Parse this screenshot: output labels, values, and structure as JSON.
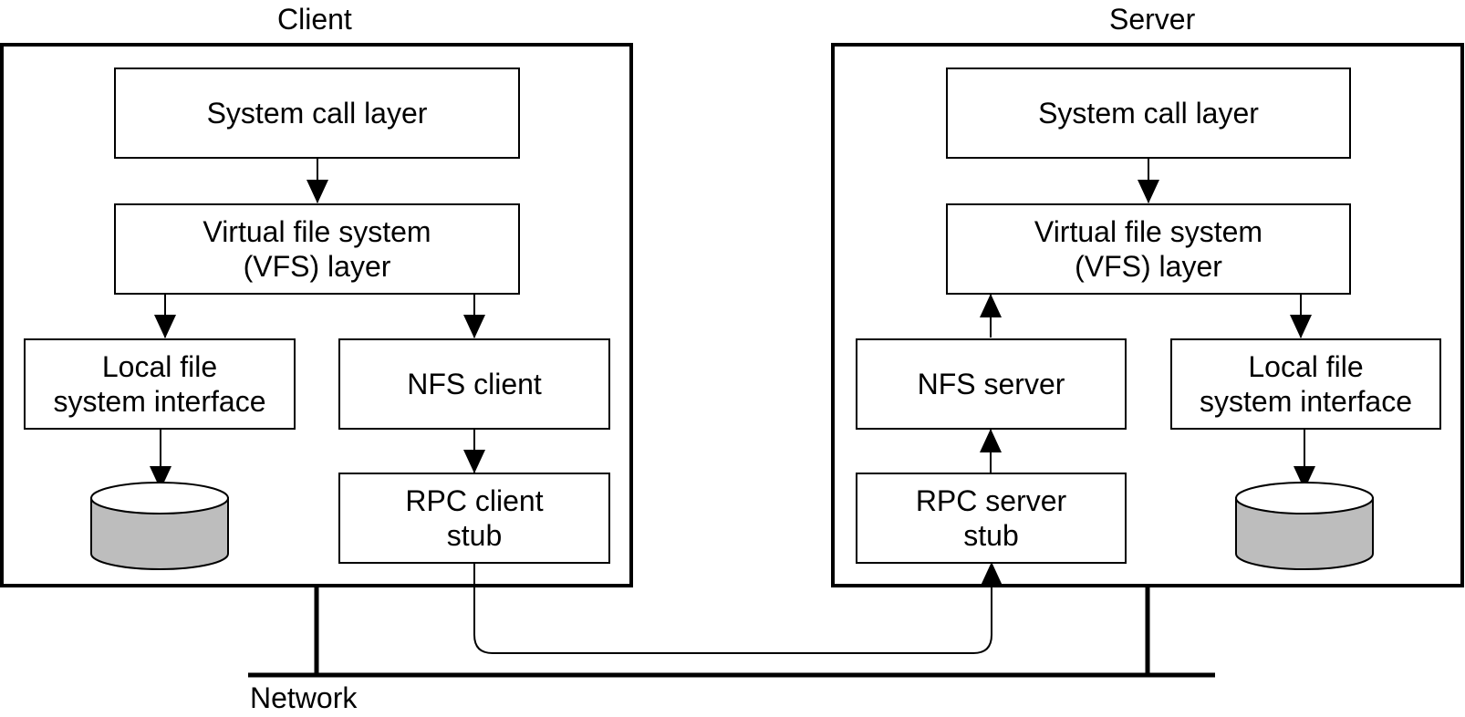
{
  "client": {
    "title": "Client",
    "system_call": "System call layer",
    "vfs": "Virtual file system\n(VFS) layer",
    "local_fs": "Local file\nsystem interface",
    "nfs": "NFS client",
    "rpc": "RPC client\nstub"
  },
  "server": {
    "title": "Server",
    "system_call": "System call layer",
    "vfs": "Virtual file system\n(VFS) layer",
    "nfs": "NFS server",
    "local_fs": "Local file\nsystem interface",
    "rpc": "RPC server\nstub"
  },
  "network": {
    "label": "Network"
  },
  "colors": {
    "line": "#000000",
    "disk_fill": "#bdbdbd",
    "background": "#ffffff"
  }
}
